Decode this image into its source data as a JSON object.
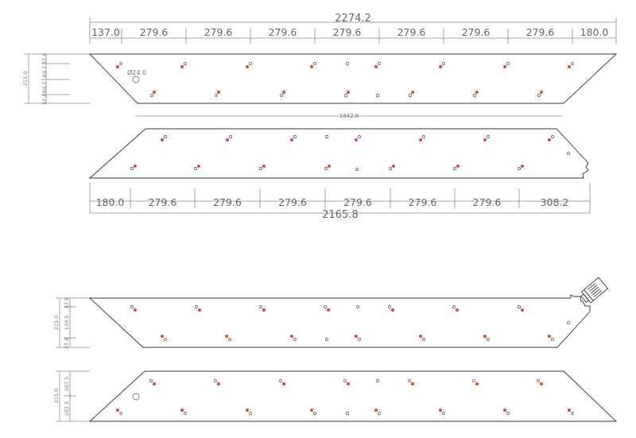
{
  "panel1": {
    "total": "2274.2",
    "segments": [
      "137.0",
      "279.6",
      "279.6",
      "279.6",
      "279.6",
      "279.6",
      "279.6",
      "279.6",
      "180.0"
    ],
    "hole_label": "Ø24.0",
    "side_total": "215.0",
    "side_segments": [
      "37.8",
      "69.7",
      "69.7",
      "37.8"
    ]
  },
  "mid": {
    "label": "1842.8"
  },
  "panel2": {
    "total": "2165.8",
    "segments": [
      "180.0",
      "279.6",
      "279.6",
      "279.6",
      "279.6",
      "279.6",
      "279.6",
      "308.2"
    ]
  },
  "panel3": {
    "side_total": "215.0",
    "side_segments": [
      "37.8",
      "139.5",
      "37.8"
    ]
  },
  "panel4": {
    "side_total": "215.0",
    "side_segments": [
      "107.5",
      "107.5"
    ]
  }
}
